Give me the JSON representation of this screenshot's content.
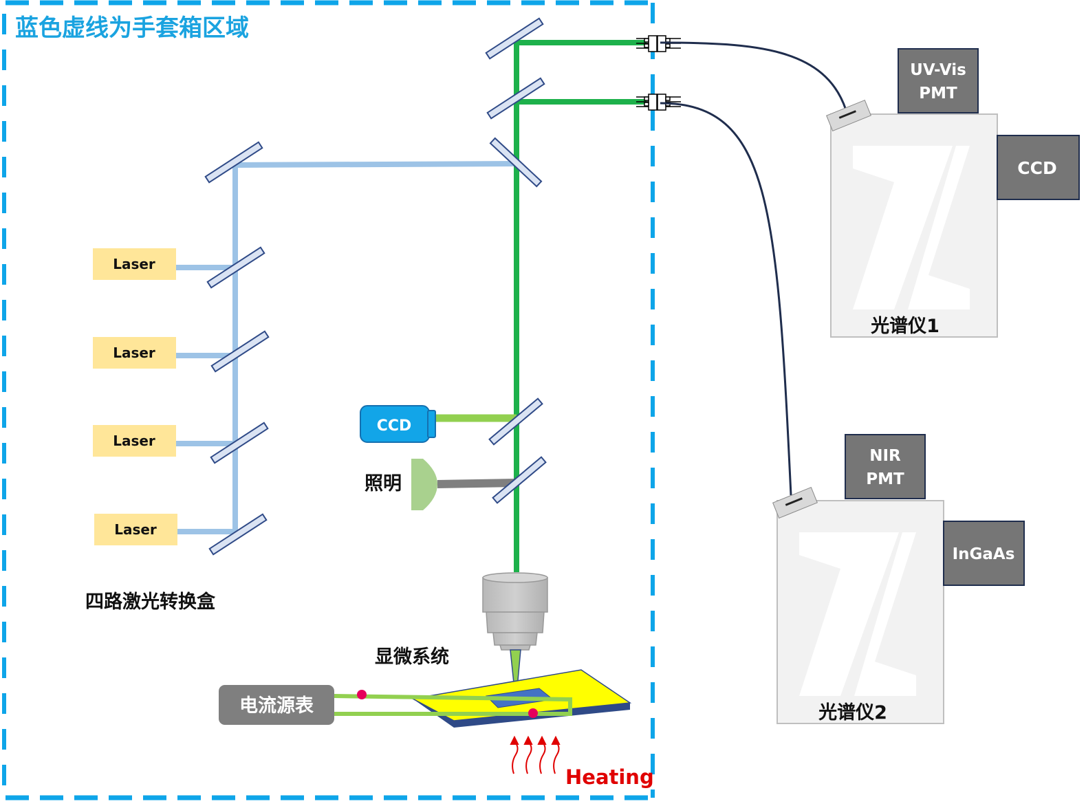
{
  "title": "蓝色虚线为手套箱区域",
  "colors": {
    "glovebox_border": "#0EA5E9",
    "title": "#1AA3E0",
    "laser_beam": "#9DC3E6",
    "green_beam": "#1DB14B",
    "light_green": "#92D050",
    "laser_box": "#FFE699",
    "mirror_fill": "#DAE3F3",
    "mirror_stroke": "#2F4A87",
    "fiber": "#1F2D4D",
    "detector": "#767676",
    "ccd_camera": "#12A5E8",
    "heating": "#E00000",
    "sample_board": "#FFFF00",
    "sample_base": "#2F4A87",
    "sample_chip": "#4472C4",
    "contact_dot": "#E6005C",
    "spectrometer": "#F2F2F2"
  },
  "laser_converter": {
    "label": "四路激光转换盒",
    "lasers": [
      {
        "label": "Laser"
      },
      {
        "label": "Laser"
      },
      {
        "label": "Laser"
      },
      {
        "label": "Laser"
      }
    ]
  },
  "camera": {
    "label": "CCD"
  },
  "illumination": {
    "label": "照明"
  },
  "microscope": {
    "label": "显微系统"
  },
  "source_meter": {
    "label": "电流源表"
  },
  "heating": {
    "label": "Heating"
  },
  "spectrometers": [
    {
      "label": "光谱仪1",
      "detectors": [
        {
          "label_line1": "UV-Vis",
          "label_line2": "PMT"
        },
        {
          "label_line1": "CCD",
          "label_line2": ""
        }
      ]
    },
    {
      "label": "光谱仪2",
      "detectors": [
        {
          "label_line1": "NIR",
          "label_line2": "PMT"
        },
        {
          "label_line1": "InGaAs",
          "label_line2": ""
        }
      ]
    }
  ]
}
